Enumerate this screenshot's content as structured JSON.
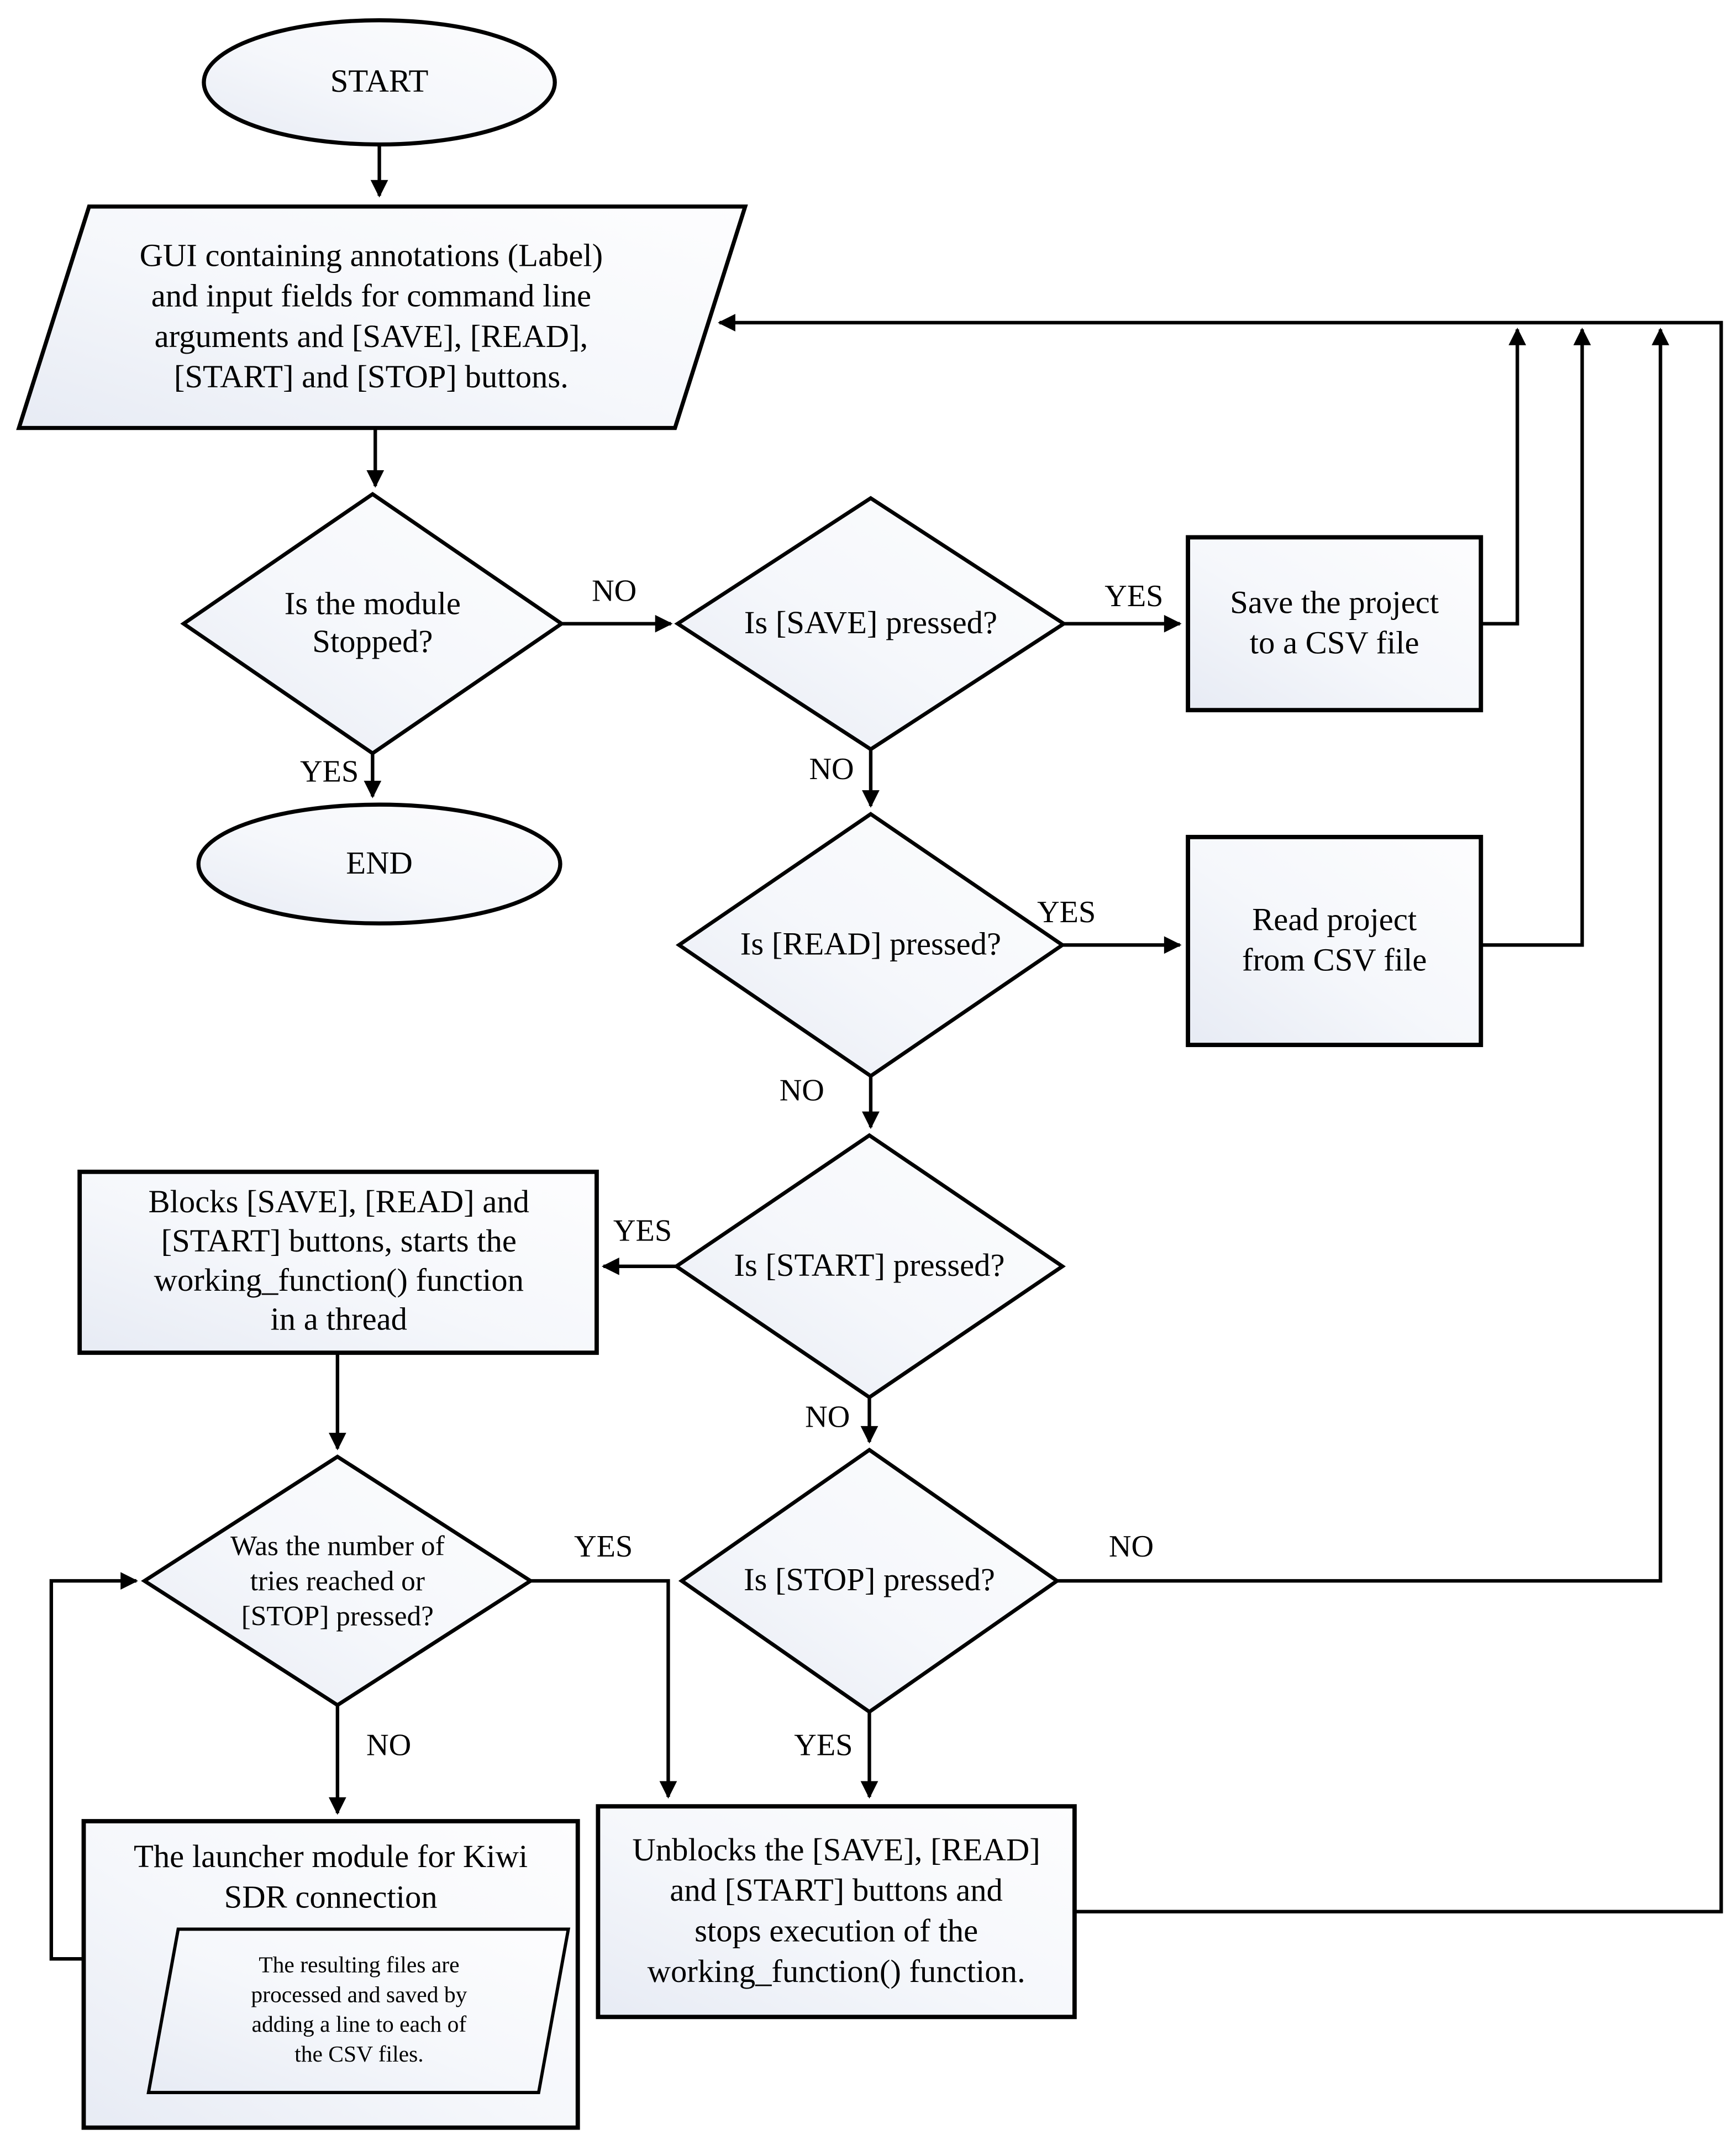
{
  "diagram_type": "flowchart",
  "colors": {
    "stroke": "#000000",
    "background": "#ffffff",
    "shape_fill_light": "#fdfdfe",
    "shape_fill_shade": "#e7ebf4"
  },
  "labels": {
    "yes": "YES",
    "no": "NO"
  },
  "nodes": {
    "start": {
      "shape": "terminator",
      "text": "START"
    },
    "gui_io": {
      "shape": "parallelogram",
      "line1": "GUI containing annotations (Label)",
      "line2": "and input fields for command line",
      "line3": "arguments and [SAVE], [READ],",
      "line4": "[START] and [STOP] buttons."
    },
    "module_stopped": {
      "shape": "decision",
      "line1": "Is the module",
      "line2": "Stopped?"
    },
    "end": {
      "shape": "terminator",
      "text": "END"
    },
    "save_pressed": {
      "shape": "decision",
      "line1": "Is [SAVE] pressed?"
    },
    "save_project": {
      "shape": "process",
      "line1": "Save the project",
      "line2": "to a CSV file"
    },
    "read_pressed": {
      "shape": "decision",
      "line1": "Is [READ] pressed?"
    },
    "read_project": {
      "shape": "process",
      "line1": "Read project",
      "line2": "from CSV file"
    },
    "start_pressed": {
      "shape": "decision",
      "line1": "Is [START] pressed?"
    },
    "blocks_buttons": {
      "shape": "process",
      "line1": "Blocks [SAVE], [READ] and",
      "line2": "[START] buttons, starts the",
      "line3": "working_function() function",
      "line4": "in a thread"
    },
    "tries_reached": {
      "shape": "decision",
      "line1": "Was the number of",
      "line2": "tries reached or",
      "line3": "[STOP] pressed?"
    },
    "stop_pressed": {
      "shape": "decision",
      "line1": "Is [STOP] pressed?"
    },
    "launcher_module": {
      "shape": "process",
      "line1": "The launcher module for Kiwi",
      "line2": "SDR connection"
    },
    "resulting_files": {
      "shape": "parallelogram",
      "line1": "The resulting files are",
      "line2": "processed and saved by",
      "line3": "adding a line to each of",
      "line4": "the CSV files."
    },
    "unblocks_buttons": {
      "shape": "process",
      "line1": "Unblocks the [SAVE], [READ]",
      "line2": "and [START] buttons and",
      "line3": "stops execution of the",
      "line4": "working_function() function."
    }
  }
}
